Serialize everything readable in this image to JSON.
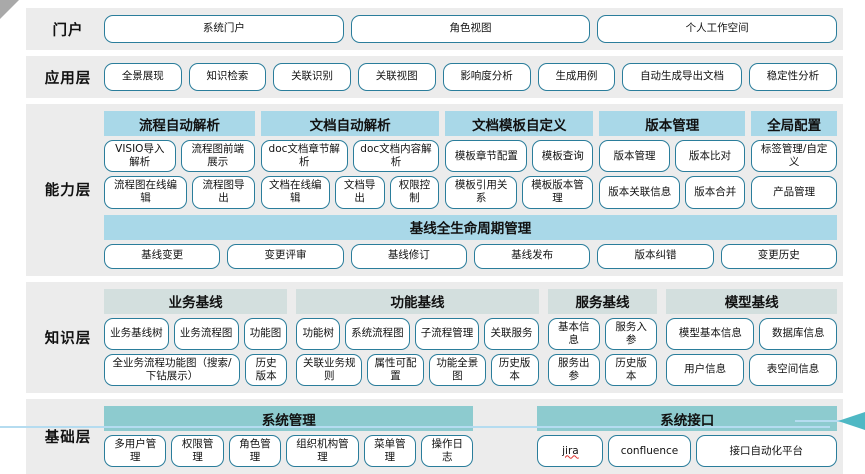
{
  "page": {
    "band_bg": "#ececec",
    "button_border": "#2a7d9b",
    "capability_header_bg": "#a9d8e8",
    "knowledge_header_bg": "#d3dfde",
    "base_header_bg": "#8dcbcf",
    "bottom_line_color": "#b5dcf0",
    "arrow_color": "#4fb8c4",
    "corner_color": "#a9a9a9"
  },
  "portal": {
    "label": "门户",
    "buttons": [
      "系统门户",
      "角色视图",
      "个人工作空间"
    ]
  },
  "application": {
    "label": "应用层",
    "buttons": [
      "全景展现",
      "知识检索",
      "关联识别",
      "关联视图",
      "影响度分析",
      "生成用例",
      "自动生成导出文档",
      "稳定性分析"
    ]
  },
  "capability": {
    "label": "能力层",
    "groups": [
      {
        "title": "流程自动解析",
        "rows": [
          [
            "VISIO导入解析",
            "流程图前端展示"
          ],
          [
            "流程图在线编辑",
            "流程图导出"
          ]
        ]
      },
      {
        "title": "文档自动解析",
        "rows": [
          [
            "doc文档章节解析",
            "doc文档内容解析"
          ],
          [
            "文档在线编辑",
            "文档导出",
            "权限控制"
          ]
        ]
      },
      {
        "title": "文档模板自定义",
        "rows": [
          [
            "模板章节配置",
            "模板查询"
          ],
          [
            "模板引用关系",
            "模板版本管理"
          ]
        ]
      },
      {
        "title": "版本管理",
        "rows": [
          [
            "版本管理",
            "版本比对"
          ],
          [
            "版本关联信息",
            "版本合并"
          ]
        ]
      },
      {
        "title": "全局配置",
        "rows": [
          [
            "标签管理/自定义"
          ],
          [
            "产品管理"
          ]
        ]
      }
    ],
    "lifecycle": {
      "title": "基线全生命周期管理",
      "buttons": [
        "基线变更",
        "变更评审",
        "基线修订",
        "基线发布",
        "版本纠错",
        "变更历史"
      ]
    }
  },
  "knowledge": {
    "label": "知识层",
    "groups": [
      {
        "title": "业务基线",
        "rows": [
          [
            "业务基线树",
            "业务流程图",
            "功能图"
          ],
          [
            "全业务流程功能图（搜索/下钻展示）",
            "历史版本"
          ]
        ]
      },
      {
        "title": "功能基线",
        "rows": [
          [
            "功能树",
            "系统流程图",
            "子流程管理",
            "关联服务"
          ],
          [
            "关联业务规则",
            "属性可配置",
            "功能全景图",
            "历史版本"
          ]
        ]
      },
      {
        "title": "服务基线",
        "rows": [
          [
            "基本信息",
            "服务入参"
          ],
          [
            "服务出参",
            "历史版本"
          ]
        ]
      },
      {
        "title": "模型基线",
        "rows": [
          [
            "模型基本信息",
            "数据库信息"
          ],
          [
            "用户信息",
            "表空间信息"
          ]
        ]
      }
    ]
  },
  "base": {
    "label": "基础层",
    "groups": [
      {
        "title": "系统管理",
        "rows": [
          [
            "多用户管理",
            "权限管理",
            "角色管理",
            "组织机构管理",
            "菜单管理",
            "操作日志"
          ]
        ]
      },
      {
        "title": "系统接口",
        "rows": [
          [
            "jira",
            "confluence",
            "接口自动化平台"
          ]
        ]
      }
    ]
  }
}
